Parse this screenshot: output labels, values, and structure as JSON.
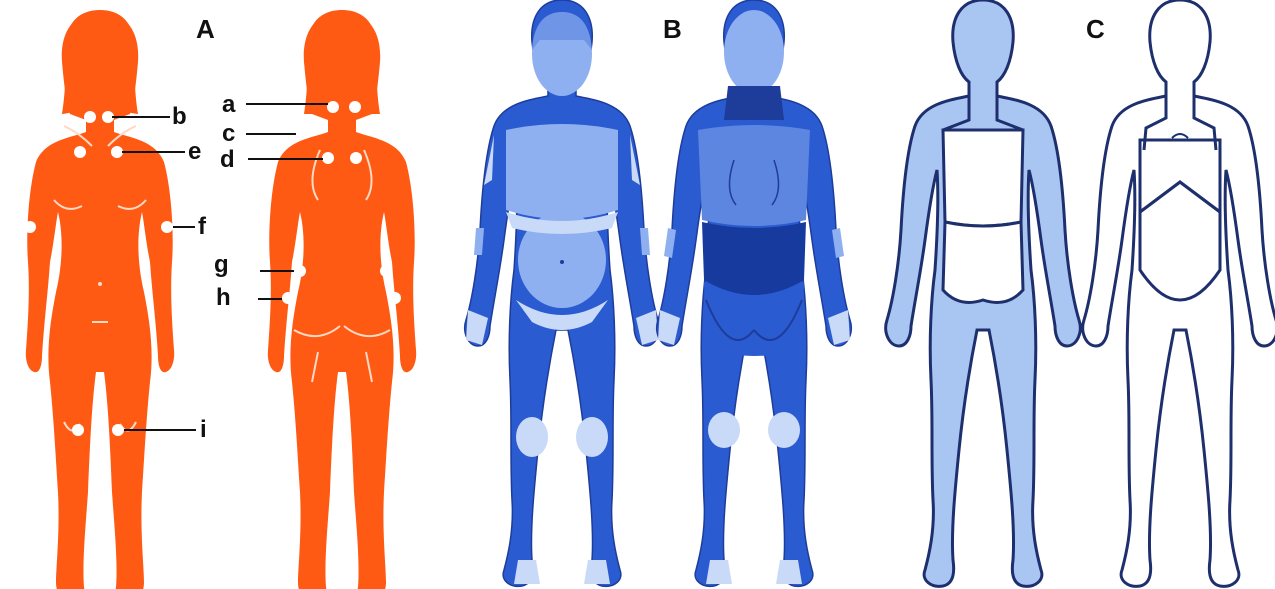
{
  "panels": [
    {
      "id": "A",
      "label": "A"
    },
    {
      "id": "B",
      "label": "B"
    },
    {
      "id": "C",
      "label": "C"
    }
  ],
  "tender_point_labels": [
    "a",
    "b",
    "c",
    "d",
    "e",
    "f",
    "g",
    "h",
    "i"
  ],
  "colors": {
    "panel_a_body": "#FF5A14",
    "panel_b_dark": "#2B5BD0",
    "panel_b_light": "#8FB0F0",
    "panel_b_pale": "#C9DAF8",
    "panel_c_fill": "#A9C6F3",
    "panel_c_outline": "#1E2F6E",
    "marker": "#FFFFFF",
    "text": "#111111"
  }
}
